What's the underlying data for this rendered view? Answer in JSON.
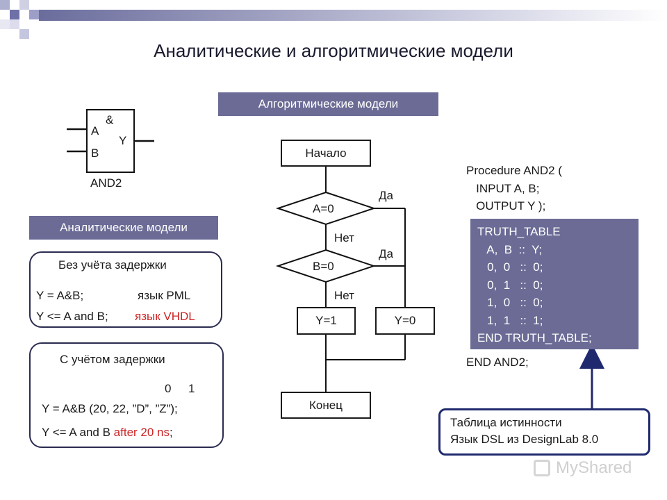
{
  "title": "Аналитические и алгоритмические модели",
  "gate": {
    "symbol": "&",
    "input_a": "A",
    "input_b": "B",
    "output": "Y",
    "name": "AND2"
  },
  "analytical": {
    "label": "Аналитические модели",
    "no_delay": {
      "heading": "Без учёта задержки",
      "line1_expr": "Y = A&B;",
      "line1_lang": "язык PML",
      "line2_expr": "Y <= A and B;",
      "line2_lang": "язык VHDL"
    },
    "with_delay": {
      "heading": "С учётом задержки",
      "wave_0": "0",
      "wave_1": "1",
      "line1": "Y = A&B (20, 22, ”D”, ”Z”);",
      "line2_prefix": "Y <= A and B ",
      "line2_highlight": "after 20 ns",
      "line2_suffix": ";"
    }
  },
  "algorithmic": {
    "label": "Алгоритмические модели",
    "start": "Начало",
    "cond1": "A=0",
    "cond2": "B=0",
    "yes1": "Да",
    "no1": "Нет",
    "yes2": "Да",
    "no2": "Нет",
    "assign1": "Y=1",
    "assign0": "Y=0",
    "end": "Конец"
  },
  "procedure": {
    "header": [
      "Procedure AND2 (",
      "   INPUT A, B;",
      "   OUTPUT Y );"
    ],
    "truth_table": [
      "TRUTH_TABLE",
      "   A,  B  ::  Y;",
      "   0,  0   ::  0;",
      "   0,  1   ::  0;",
      "   1,  0   ::  0;",
      "   1,  1   ::  1;",
      "END TRUTH_TABLE;"
    ],
    "footer": "END AND2;"
  },
  "note": {
    "line1": "Таблица истинности",
    "line2": "Язык DSL из DesignLab 8.0"
  },
  "watermark": "MyShared",
  "colors": {
    "label_bg": "#6b6b96",
    "accent_red": "#cc2222",
    "note_border": "#1f2a6e"
  }
}
